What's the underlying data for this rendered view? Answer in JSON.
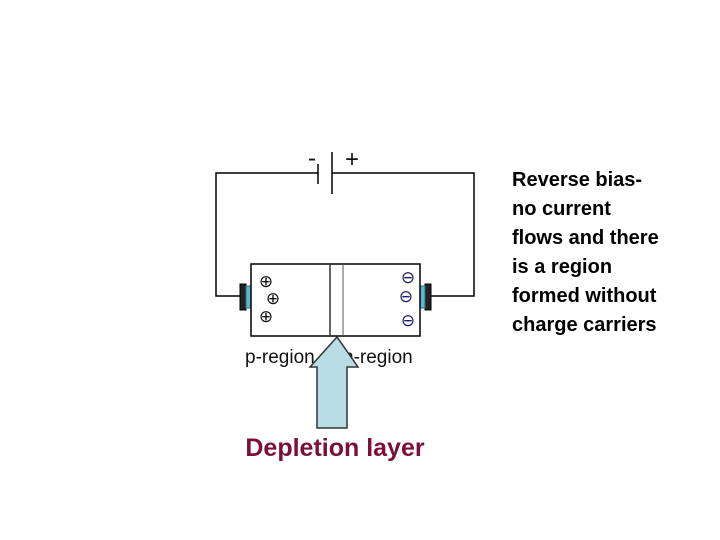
{
  "battery": {
    "negative_sign": "-",
    "positive_sign": "+"
  },
  "p_region": {
    "label": "p-region",
    "carriers": [
      "⊕",
      "⊕",
      "⊕"
    ],
    "carrier_color": "#111111"
  },
  "n_region": {
    "label": "n-region",
    "carriers": [
      "⊖",
      "⊖",
      "⊖"
    ],
    "carrier_color": "#1a1a66"
  },
  "depletion_label": "Depletion layer",
  "depletion_color": "#7a1039",
  "arrow_color": "#b9dde4",
  "caption_lines": [
    "Reverse bias-",
    "no current",
    "flows and there",
    "is a region",
    "formed without",
    "charge carriers"
  ]
}
